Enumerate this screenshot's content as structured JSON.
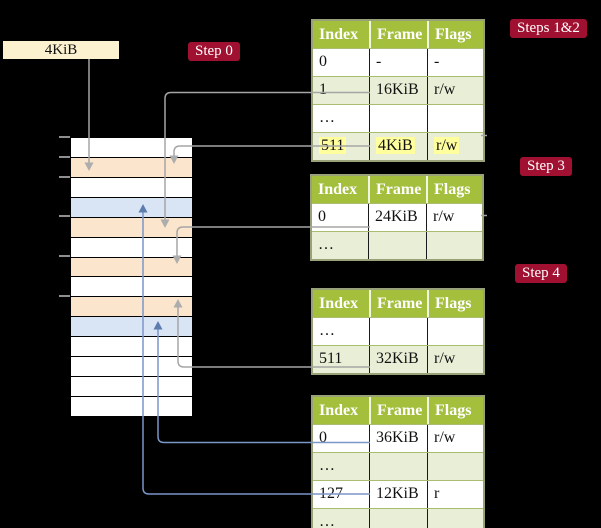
{
  "figure": {
    "frame_size_label": "4KiB",
    "badges": {
      "step0": "Step 0",
      "steps12": "Steps 1&2",
      "step3": "Step 3",
      "step4": "Step 4"
    },
    "memory_rows": [
      "plain",
      "pagetable",
      "plain",
      "page",
      "pagetable",
      "plain",
      "pagetable",
      "plain",
      "pagetable",
      "page",
      "plain",
      "plain",
      "plain",
      "plain"
    ],
    "tick_rows": [
      0,
      1,
      2,
      4,
      6,
      8
    ],
    "table_headers": [
      "Index",
      "Frame",
      "Flags"
    ],
    "tables": [
      {
        "id": "level4",
        "rows": [
          {
            "cells": [
              "0",
              "-",
              "-"
            ]
          },
          {
            "cells": [
              "1",
              "16KiB",
              "r/w"
            ]
          },
          {
            "cells": [
              "…",
              "",
              ""
            ]
          },
          {
            "cells": [
              "511",
              "4KiB",
              "r/w"
            ],
            "highlight": true
          }
        ]
      },
      {
        "id": "level3",
        "rows": [
          {
            "cells": [
              "0",
              "24KiB",
              "r/w"
            ]
          },
          {
            "cells": [
              "…",
              "",
              ""
            ]
          }
        ]
      },
      {
        "id": "level2",
        "rows": [
          {
            "cells": [
              "…",
              "",
              ""
            ]
          },
          {
            "cells": [
              "511",
              "32KiB",
              "r/w"
            ]
          }
        ]
      },
      {
        "id": "level1",
        "rows": [
          {
            "cells": [
              "0",
              "36KiB",
              "r/w"
            ]
          },
          {
            "cells": [
              "…",
              "",
              ""
            ]
          },
          {
            "cells": [
              "127",
              "12KiB",
              "r"
            ]
          },
          {
            "cells": [
              "…",
              "",
              ""
            ]
          }
        ]
      }
    ],
    "colors": {
      "table_header_green": "#a3bf3c",
      "table_row_shade": "#e9efd6",
      "frame_pagetable_peach": "#fce5cd",
      "frame_page_blue": "#d9e4f4",
      "label_cream": "#fcf2cf",
      "badge_red": "#a01031",
      "highlight_yellow": "#ffff9d",
      "line_gray": "#a5a5a5",
      "line_blue": "#7b96c8"
    }
  }
}
